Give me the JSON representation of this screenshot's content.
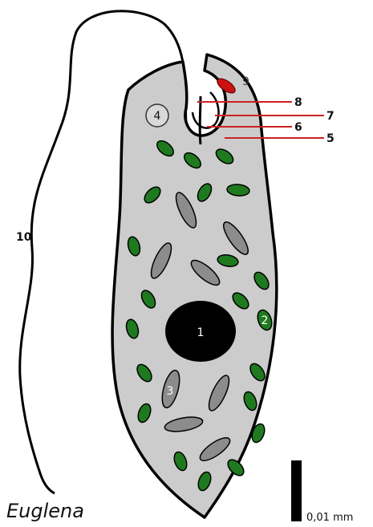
{
  "title": "Euglena",
  "scale_bar_label": "0,01 mm",
  "labels": {
    "nucleus": "1",
    "chloroplast": "2",
    "paramylon": "3",
    "contractile_vacuole": "4",
    "line_5": "5",
    "line_6": "6",
    "line_7": "7",
    "line_8": "8",
    "eyespot": "9",
    "flagellum": "10"
  },
  "colors": {
    "cell_fill": "#cccccc",
    "outline": "#000000",
    "chloroplast": "#1f7a1f",
    "paramylon": "#8c8c8c",
    "nucleus": "#000000",
    "eyespot": "#cc1111",
    "pointer_lines": "#cc2222",
    "inner_label_light": "#ffffff"
  }
}
